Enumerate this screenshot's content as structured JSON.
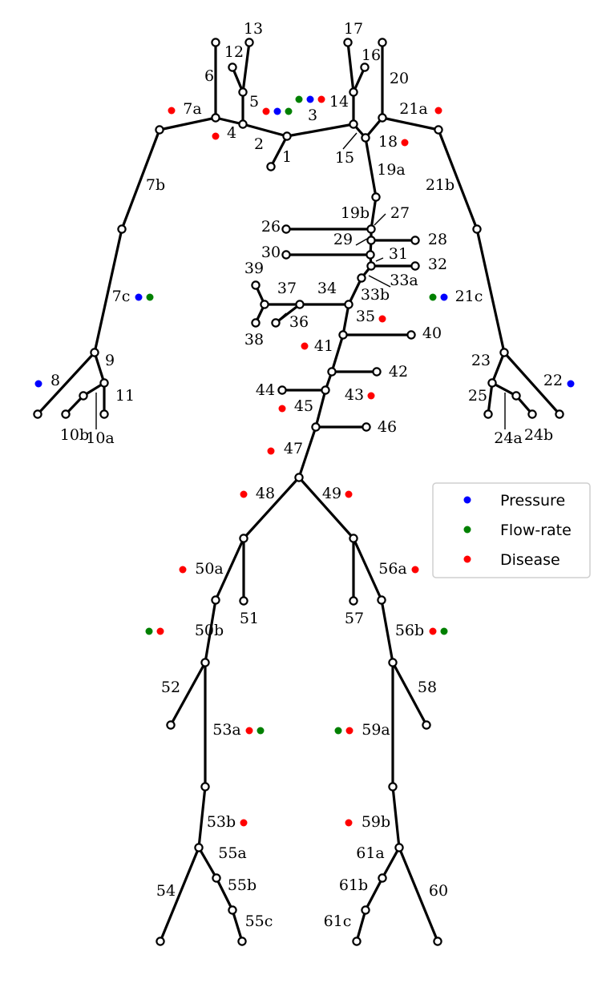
{
  "colors": {
    "pressure": "#0000ff",
    "flow": "#008000",
    "disease": "#ff0000"
  },
  "legend": [
    {
      "key": "pressure",
      "label": "Pressure"
    },
    {
      "key": "flow",
      "label": "Flow-rate"
    },
    {
      "key": "disease",
      "label": "Disease"
    }
  ],
  "segment_labels": [
    "1",
    "2",
    "3",
    "4",
    "5",
    "6",
    "7a",
    "7b",
    "7c",
    "8",
    "9",
    "10a",
    "10b",
    "11",
    "12",
    "13",
    "14",
    "15",
    "16",
    "17",
    "18",
    "19a",
    "19b",
    "20",
    "21a",
    "21b",
    "21c",
    "22",
    "23",
    "24a",
    "24b",
    "25",
    "26",
    "27",
    "28",
    "29",
    "30",
    "31",
    "32",
    "33a",
    "33b",
    "34",
    "35",
    "36",
    "37",
    "38",
    "39",
    "40",
    "41",
    "42",
    "43",
    "44",
    "45",
    "46",
    "47",
    "48",
    "49",
    "50a",
    "50b",
    "51",
    "52",
    "53a",
    "53b",
    "54",
    "55a",
    "55b",
    "55c",
    "56a",
    "56b",
    "57",
    "58",
    "59a",
    "59b",
    "60",
    "61a",
    "61b",
    "61c"
  ],
  "measurements": {
    "5": [
      "disease",
      "pressure",
      "flow"
    ],
    "3": [
      "flow",
      "pressure",
      "disease"
    ],
    "7a": [
      "disease"
    ],
    "4": [
      "disease"
    ],
    "21a": [
      "disease"
    ],
    "18": [
      "disease"
    ],
    "7c": [
      "pressure",
      "flow"
    ],
    "21c": [
      "flow",
      "pressure"
    ],
    "8": [
      "pressure"
    ],
    "22": [
      "pressure"
    ],
    "35": [
      "disease"
    ],
    "41": [
      "disease"
    ],
    "43": [
      "disease"
    ],
    "45": [
      "disease"
    ],
    "47": [
      "disease"
    ],
    "48": [
      "disease"
    ],
    "49": [
      "disease"
    ],
    "50a": [
      "disease"
    ],
    "56a": [
      "disease"
    ],
    "50b": [
      "flow",
      "disease"
    ],
    "56b": [
      "disease",
      "flow"
    ],
    "53a": [
      "disease",
      "flow"
    ],
    "59a": [
      "flow",
      "disease"
    ],
    "53b": [
      "disease"
    ],
    "59b": [
      "disease"
    ]
  }
}
